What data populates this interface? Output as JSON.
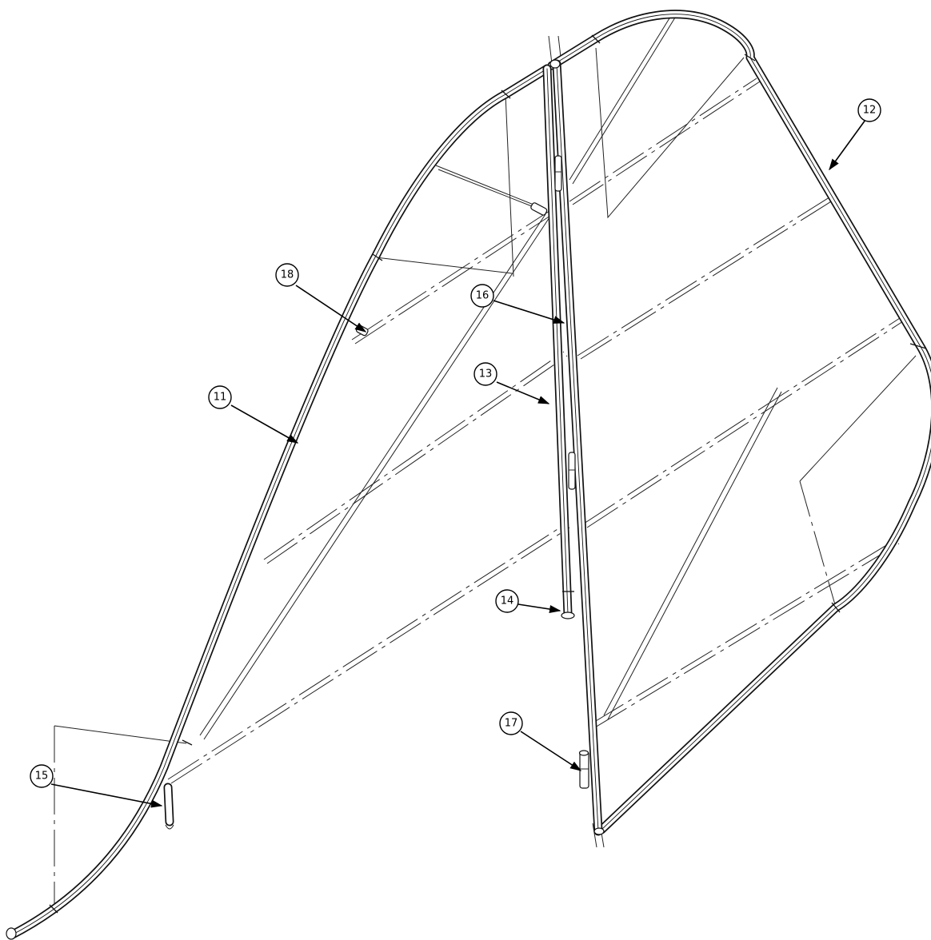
{
  "callouts": {
    "c11": "11",
    "c12": "12",
    "c13": "13",
    "c14": "14",
    "c15": "15",
    "c16": "16",
    "c17": "17",
    "c18": "18"
  }
}
